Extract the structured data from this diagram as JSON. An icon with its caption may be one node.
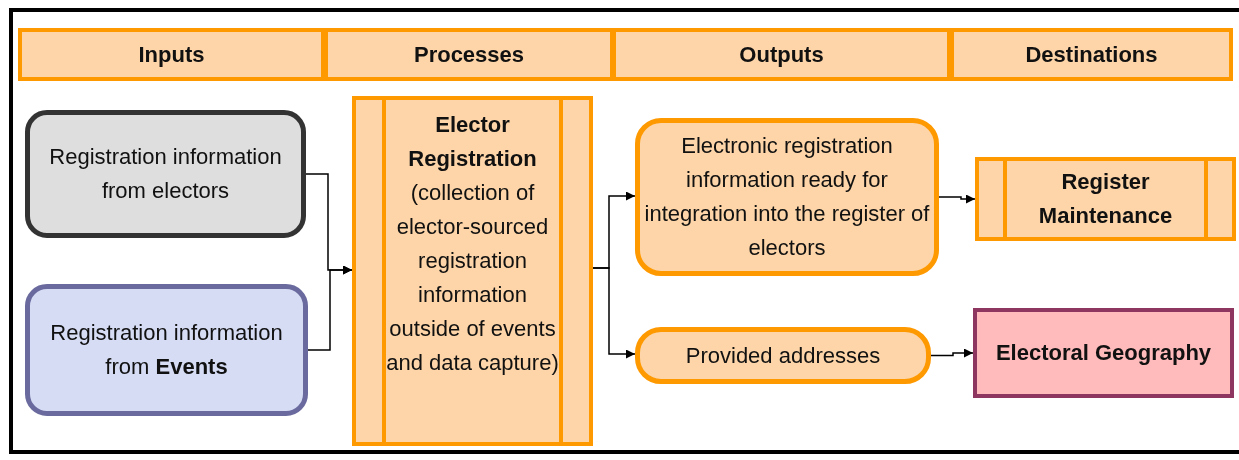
{
  "diagram": {
    "nodes": [
      {
        "text": [
          "Inputs"
        ]
      },
      {
        "text": [
          "Processes"
        ]
      },
      {
        "text": [
          "Outputs"
        ]
      },
      {
        "text": [
          "Destinations"
        ]
      },
      {
        "text": [
          "Registration information from electors"
        ]
      },
      {
        "text": [
          "Registration information from **Events**"
        ]
      },
      {
        "text": [
          "Elector Registration",
          "(collection of elector-sourced registration information outside of events and data capture)"
        ]
      },
      {
        "text": [
          "Electronic registration information ready for integration into the register of electors"
        ]
      },
      {
        "text": [
          "Register Maintenance"
        ]
      },
      {
        "text": [
          "Provided addresses"
        ]
      },
      {
        "text": [
          "Electoral Geography"
        ]
      }
    ],
    "edges": [
      {
        "from": 4,
        "to": 6,
        "arrow": "to"
      },
      {
        "from": 5,
        "to": 6,
        "arrow": "to"
      },
      {
        "from": 6,
        "to": 7,
        "arrow": "to"
      },
      {
        "from": 6,
        "to": 9,
        "arrow": "to"
      },
      {
        "from": 7,
        "to": 8,
        "arrow": "to"
      },
      {
        "from": 9,
        "to": 10,
        "arrow": "to"
      }
    ]
  }
}
